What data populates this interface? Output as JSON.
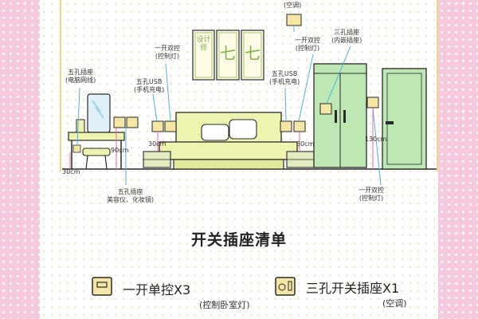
{
  "labels": {
    "top_socket": {
      "line1": "(空调)"
    },
    "five_hole_pc": {
      "line1": "五孔插座",
      "line2": "(电脑网线)"
    },
    "switch_left": {
      "line1": "一开双控",
      "line2": "(控制灯)"
    },
    "usb_left": {
      "line1": "五孔USB",
      "line2": "(手机充电)"
    },
    "usb_right": {
      "line1": "五孔USB",
      "line2": "(手机充电)"
    },
    "switch_right": {
      "line1": "一开双控",
      "line2": "(控制灯)"
    },
    "three_hole_wardrobe": {
      "line1": "三孔插座",
      "line2": "(内嵌插座)"
    },
    "five_hole_vanity": {
      "line1": "五孔插座",
      "line2": "美容仪、化妆镜)"
    },
    "switch_door": {
      "line1": "一开双控",
      "line2": "(控制灯)"
    }
  },
  "dims": {
    "d90_left": "90cm",
    "d30_left": "30cm",
    "d30_bed_left": "30cm",
    "d30_bed_right": "30cm",
    "d130": "130cm"
  },
  "artwork": {
    "frame1": "设计师",
    "frame2": "七",
    "frame3": "七"
  },
  "checklist": {
    "title": "开关插座清单",
    "items": [
      {
        "text": "一开单控X3",
        "note": "(控制卧室灯)"
      },
      {
        "text": "三孔开关插座X1",
        "note": "(空调)"
      }
    ]
  },
  "colors": {
    "outline": "#2a2a2a",
    "furniture": "#eef3b0",
    "wall_plate": "#f4e7a6",
    "door_green": "#bde8b3",
    "leader_blue": "#4fb2e3",
    "stripe_pink": "#f7c9de"
  }
}
